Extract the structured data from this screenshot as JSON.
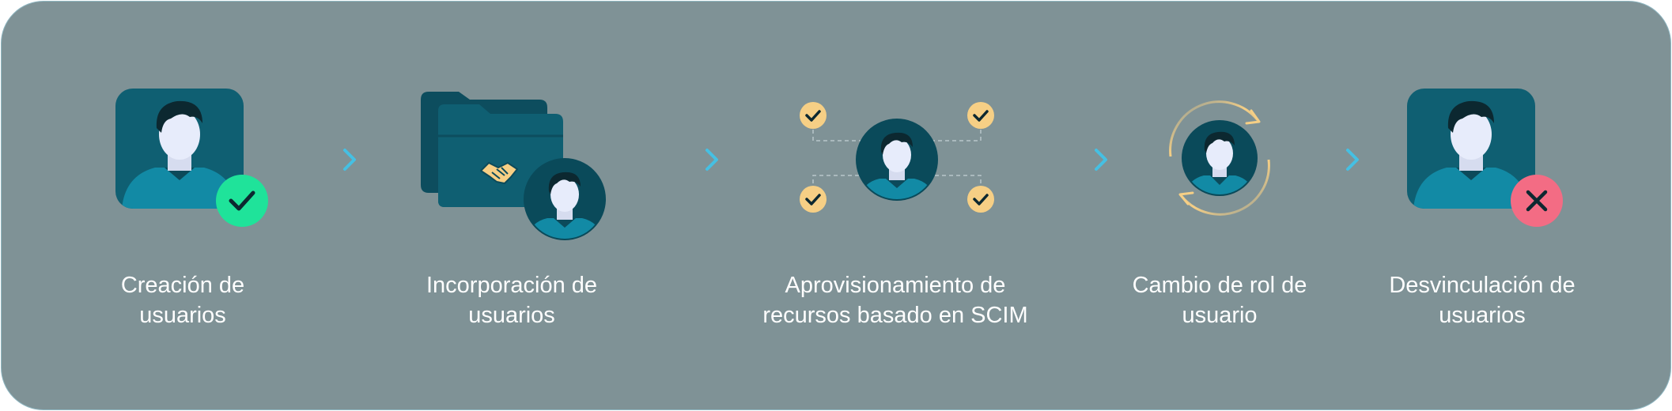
{
  "stages": [
    {
      "label_line1": "Creación de",
      "label_line2": "usuarios"
    },
    {
      "label_line1": "Incorporación de",
      "label_line2": "usuarios"
    },
    {
      "label_line1": "Aprovisionamiento de",
      "label_line2": "recursos basado en SCIM"
    },
    {
      "label_line1": "Cambio de rol de",
      "label_line2": "usuario"
    },
    {
      "label_line1": "Desvinculación de",
      "label_line2": "usuarios"
    }
  ],
  "colors": {
    "background": "#7f9296",
    "tile": "#0f5f72",
    "shirt": "#128aa5",
    "hair": "#0c2830",
    "face": "#e7ecfb",
    "success": "#1fe39a",
    "danger": "#f36c84",
    "check_badge": "#f6cf85",
    "arrow": "#45c0e3"
  },
  "icons": [
    "user-added-icon",
    "user-onboarding-icon",
    "scim-provisioning-icon",
    "role-change-icon",
    "user-offboarding-icon"
  ]
}
